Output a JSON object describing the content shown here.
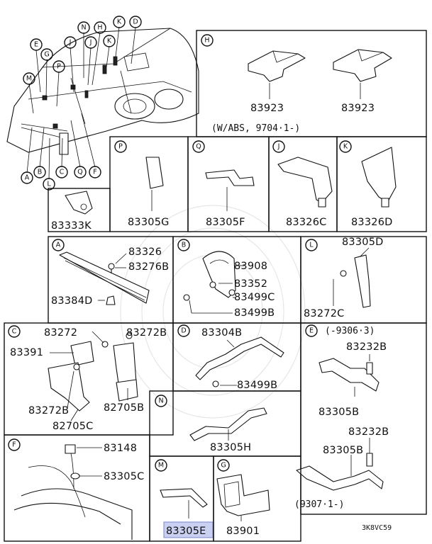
{
  "diagram_code": "3K8VC59",
  "overview_callouts": [
    "E",
    "G",
    "M",
    "P",
    "J",
    "N",
    "H",
    "J",
    "K",
    "K",
    "D",
    "A",
    "B",
    "L",
    "C",
    "Q",
    "F"
  ],
  "sections": {
    "H": {
      "letter": "H",
      "parts": [
        "83923",
        "83923"
      ],
      "note": "(W/ABS, 9704·1-)"
    },
    "P": {
      "letter": "P",
      "parts": [
        "83305G"
      ]
    },
    "Q": {
      "letter": "Q",
      "parts": [
        "83305F"
      ]
    },
    "J": {
      "letter": "J",
      "parts": [
        "83326C"
      ]
    },
    "K": {
      "letter": "K",
      "parts": [
        "83326D"
      ]
    },
    "unlabeled": {
      "parts": [
        "83333K"
      ]
    },
    "A": {
      "letter": "A",
      "parts": [
        "83326",
        "83276B",
        "83384D"
      ]
    },
    "B": {
      "letter": "B",
      "parts": [
        "83908",
        "83352",
        "83499C",
        "83499B"
      ]
    },
    "L": {
      "letter": "L",
      "parts": [
        "83305D",
        "83272C"
      ]
    },
    "C": {
      "letter": "C",
      "parts": [
        "83272",
        "83272B",
        "83391",
        "83272B",
        "82705B",
        "82705C"
      ]
    },
    "D": {
      "letter": "D",
      "parts": [
        "83304B",
        "83499B"
      ]
    },
    "E": {
      "letter": "E",
      "note_top": "(-9306·3)",
      "parts": [
        "83232B",
        "83305B",
        "83232B",
        "83305B"
      ],
      "note_bottom": "(9307·1-)"
    },
    "N": {
      "letter": "N",
      "parts": [
        "83305H"
      ]
    },
    "F": {
      "letter": "F",
      "parts": [
        "83148",
        "83305C"
      ]
    },
    "M": {
      "letter": "M",
      "parts": [
        "83305E"
      ],
      "highlighted": true
    },
    "G": {
      "letter": "G",
      "parts": [
        "83901"
      ]
    }
  }
}
